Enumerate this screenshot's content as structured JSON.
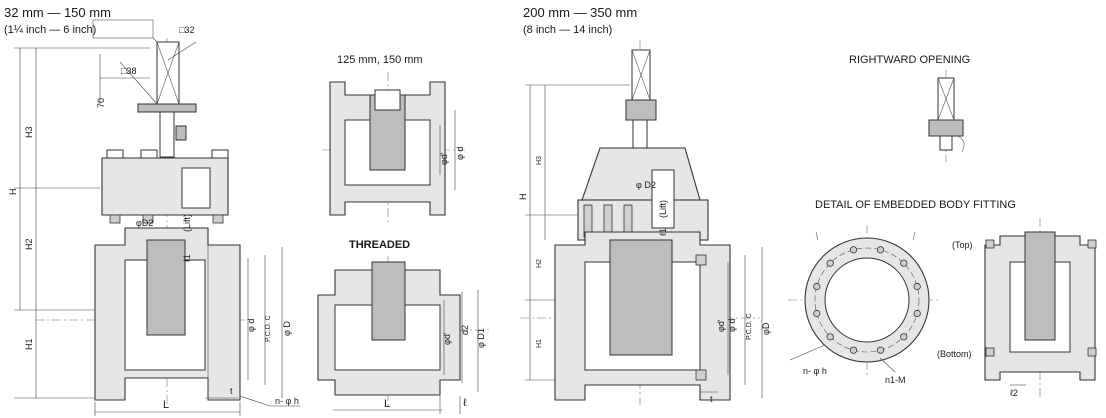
{
  "header_small": {
    "range": "32 mm — 150 mm",
    "range_inch": "(1¼ inch — 6 inch)"
  },
  "header_large": {
    "range": "200 mm — 350 mm",
    "range_inch": "(8 inch — 14 inch)"
  },
  "view_125_150": {
    "title": "125 mm, 150 mm"
  },
  "view_threaded": {
    "title": "THREADED"
  },
  "view_rightward": {
    "title": "RIGHTWARD OPENING"
  },
  "view_embedded": {
    "title": "DETAIL OF EMBEDDED BODY FITTING",
    "top_label": "(Top)",
    "bottom_label": "(Bottom)"
  },
  "dims_small": {
    "square_top": "□32",
    "square_mid": "□38",
    "seventy": "70",
    "h3": "H3",
    "h": "H",
    "h2": "H2",
    "h1": "H1",
    "phi_d2": "φD2",
    "lift": "(Lift)",
    "l1": "ℓ1",
    "phi_d": "φ d",
    "pcd": "P.C.D. C",
    "phi_D": "φ D",
    "L": "L",
    "t": "t",
    "bolt_holes": "n- φ h"
  },
  "dims_125": {
    "phi_d_prime": "φd'",
    "phi_d": "φ d"
  },
  "dims_threaded": {
    "phi_d_prime": "φd'",
    "d2": "d2",
    "phi_D1": "φ D1",
    "L": "L",
    "ell": "ℓ"
  },
  "dims_large": {
    "h3": "H3",
    "h": "H",
    "h2": "H2",
    "h1": "H1",
    "phi_d2": "φ D2",
    "lift": "(Lift)",
    "l1": "ℓ1",
    "phi_d_prime": "φd'",
    "phi_d": "φ d",
    "pcd": "P.C.D. C",
    "phi_D": "φD",
    "t": "t"
  },
  "dims_embedded": {
    "bolt_holes": "n- φ h",
    "taps": "n1-M",
    "ell2": "ℓ2"
  }
}
